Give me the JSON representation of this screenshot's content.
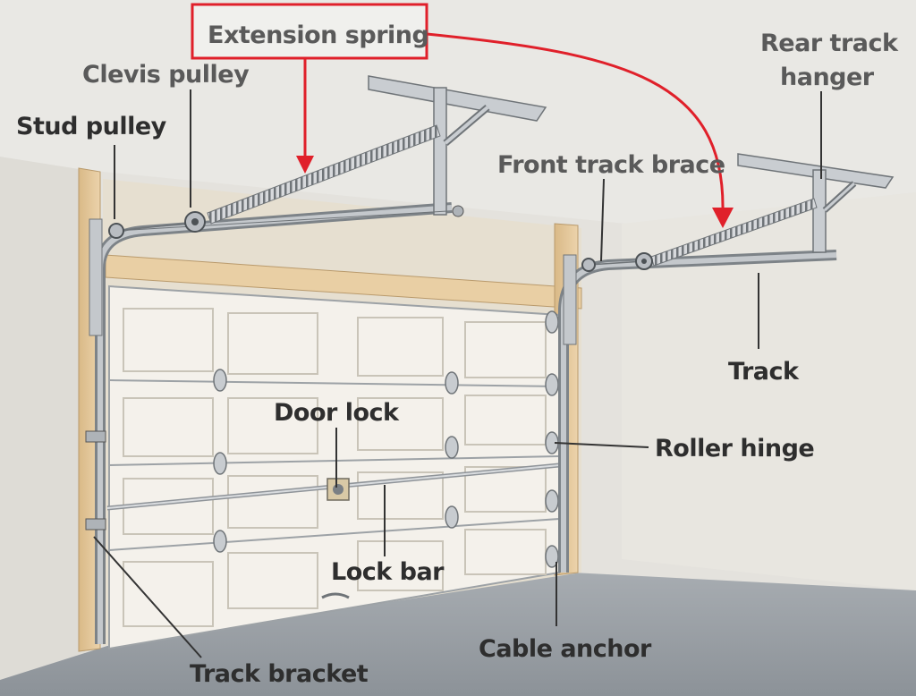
{
  "diagram": {
    "title": "Sectional garage door hardware with extension springs",
    "labels": {
      "extension_spring": "Extension spring",
      "clevis_pulley": "Clevis pulley",
      "stud_pulley": "Stud pulley",
      "rear_track_hanger_line1": "Rear track",
      "rear_track_hanger_line2": "hanger",
      "front_track_brace": "Front track brace",
      "track": "Track",
      "door_lock": "Door lock",
      "roller_hinge": "Roller hinge",
      "lock_bar": "Lock bar",
      "cable_anchor": "Cable anchor",
      "track_bracket": "Track bracket"
    },
    "colors": {
      "highlight": "#e0202a",
      "wall": "#ecebe6",
      "floor": "#9aa0a6",
      "wood": "#e2c69a",
      "door": "#f3f0ea",
      "track": "#b9bdc2"
    }
  }
}
